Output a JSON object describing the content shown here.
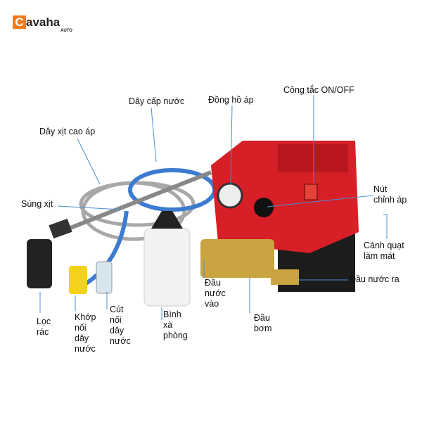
{
  "logo": {
    "letter": "C",
    "word": "avaha",
    "sub": "AUTO"
  },
  "labels": {
    "day_cap_nuoc": "Dây cấp nước",
    "dong_ho_ap": "Đồng hồ áp",
    "cong_tac": "Công tắc ON/OFF",
    "day_xit": "Dây xịt cao áp",
    "sung_xit": "Súng xịt",
    "nut_chinh_ap": [
      "Nút",
      "chỉnh áp"
    ],
    "canh_quat": [
      "Cánh quạt",
      "làm mát"
    ],
    "dau_nuoc_ra": "Đầu nước ra",
    "loc_rac": [
      "Lọc",
      "rác"
    ],
    "khop_noi": [
      "Khớp",
      "nối",
      "dây",
      "nước"
    ],
    "cut_noi": [
      "Cút",
      "nối",
      "dây",
      "nước"
    ],
    "binh_xa_phong": [
      "Bình",
      "xà",
      "phòng"
    ],
    "dau_nuoc_vao": [
      "Đầu",
      "nước",
      "vào"
    ],
    "dau_bom": [
      "Đầu",
      "bơm"
    ]
  },
  "colors": {
    "brand": "#f07a1c",
    "body": "#d61f26",
    "line": "#4a8fd4"
  }
}
